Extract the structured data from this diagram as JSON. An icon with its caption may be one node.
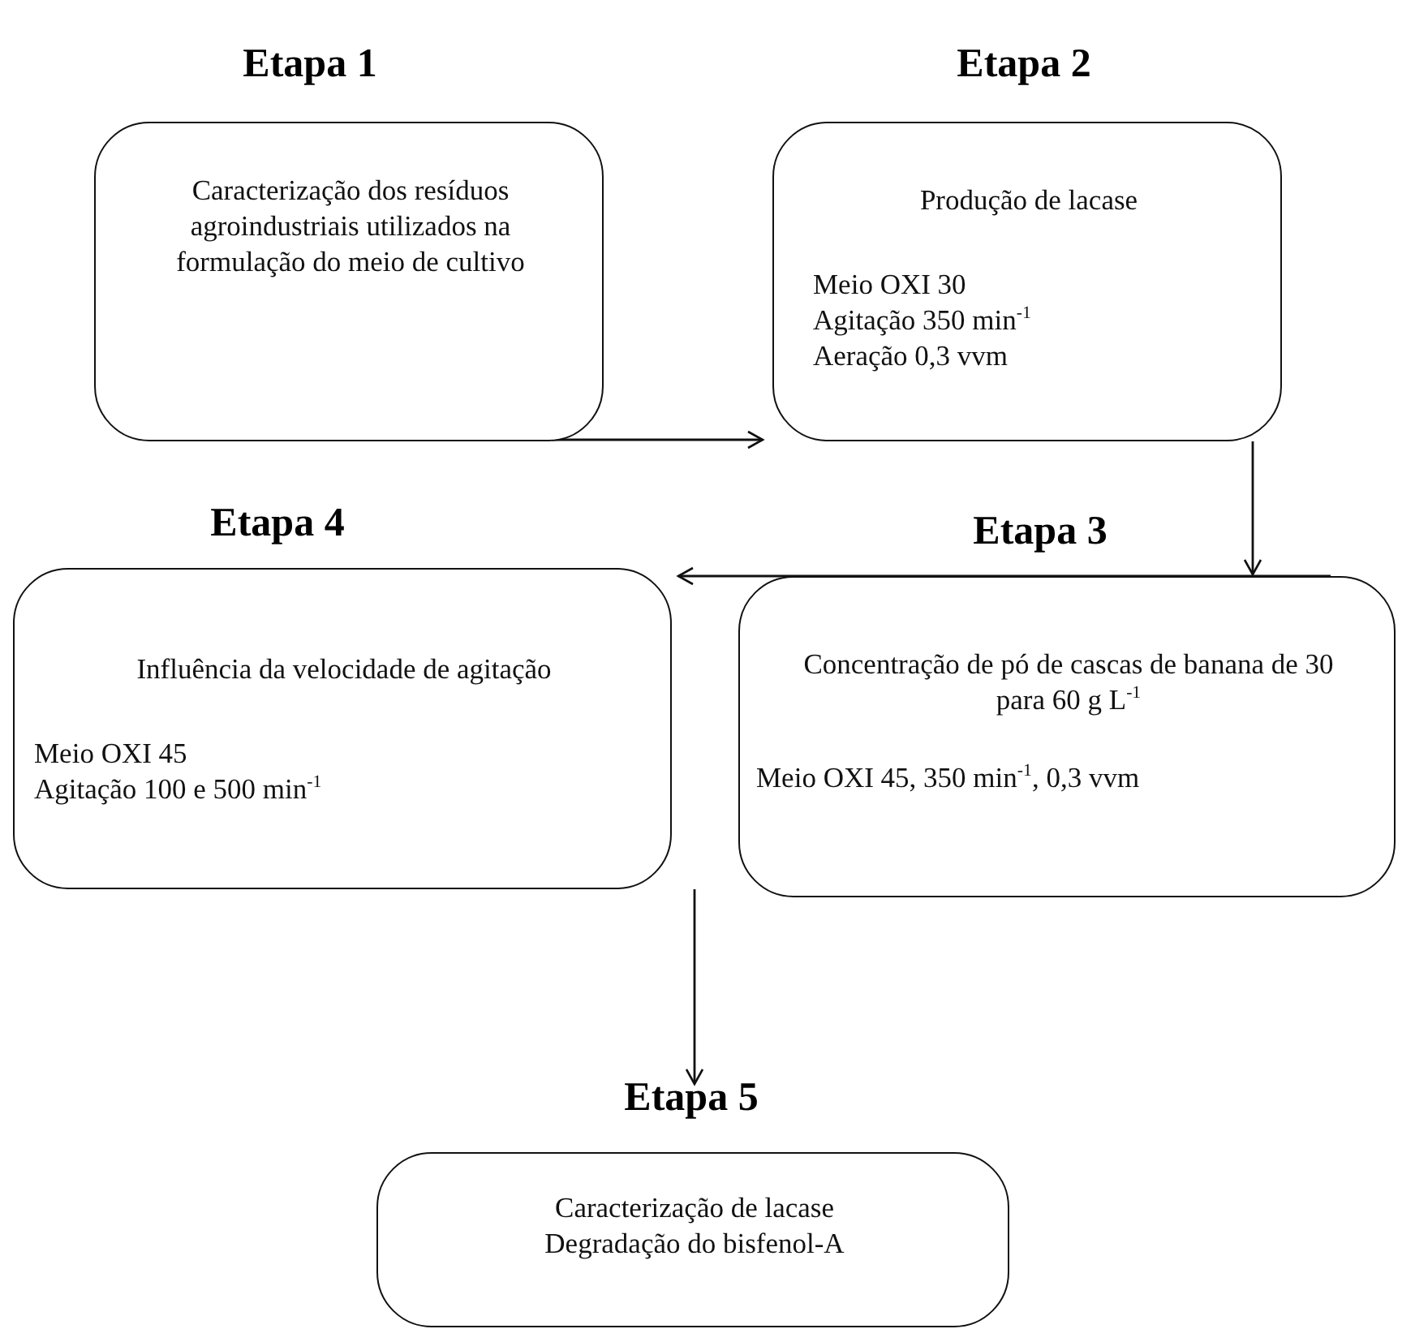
{
  "diagram": {
    "nodes": [
      {
        "text": [
          "Etapa 1",
          "Caracterização dos resíduos agroindustriais utilizados na formulação do meio de cultivo"
        ]
      },
      {
        "text": [
          "Etapa 2",
          "Produção de lacase",
          "Meio OXI 30",
          "Agitação 350 min$^{-1}$",
          "Aeração 0,3 vvm"
        ]
      },
      {
        "text": [
          "Etapa 3",
          "Concentração de pó de cascas de banana de 30 para 60 g L$^{-1}$",
          "Meio OXI 45, 350 min$^{-1}$, 0,3 vvm"
        ]
      },
      {
        "text": [
          "Etapa 4",
          "Influência da velocidade de agitação",
          "Meio OXI 45",
          "Agitação 100 e 500 min$^{-1}$"
        ]
      },
      {
        "text": [
          "Etapa 5",
          "Caracterização de lacase",
          "Degradação do bisfenol-A"
        ]
      }
    ],
    "edges": [
      {
        "from": 0,
        "to": 1,
        "arrow": "to"
      },
      {
        "from": 1,
        "to": 2,
        "arrow": "to"
      },
      {
        "from": 2,
        "to": 3,
        "arrow": "to"
      },
      {
        "from": 3,
        "to": 4,
        "arrow": "to"
      }
    ]
  }
}
